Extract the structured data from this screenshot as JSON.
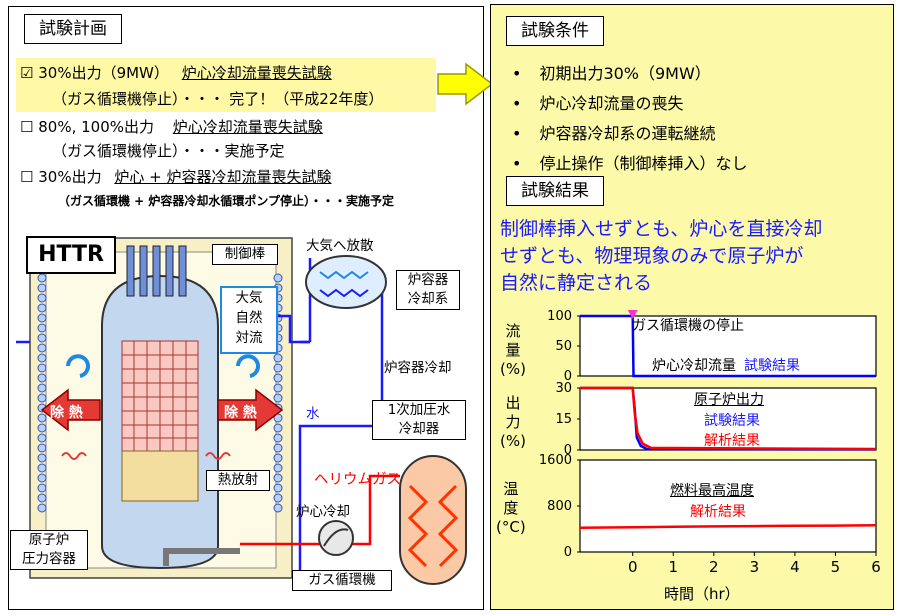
{
  "plan": {
    "title": "試験計画",
    "item1": {
      "check": "☑",
      "line1_a": "30%出力（9MW）",
      "line1_b": "炉心冷却流量喪失試験",
      "line2": "（ガス循環機停止）・・・ 完了！（平成22年度）"
    },
    "item2": {
      "check": "☐",
      "line1_a": "80%, 100%出力",
      "line1_b": "炉心冷却流量喪失試験",
      "line2": "（ガス循環機停止）・・・実施予定"
    },
    "item3": {
      "check": "☐",
      "line1_a": "30%出力",
      "line1_b": "炉心 + 炉容器冷却流量喪失試験",
      "line2": "（ガス循環機 + 炉容器冷却水循環ポンプ停止）・・・実施予定"
    }
  },
  "diagram": {
    "title": "HTTR",
    "control_rod": "制御棒",
    "atmosphere_release": "大気へ放散",
    "natural_convection": [
      "大気",
      "自然",
      "対流"
    ],
    "vessel_cooling_system": [
      "炉容器",
      "冷却系"
    ],
    "vessel_cooling": "炉容器冷却",
    "water": "水",
    "primary_cooler": [
      "1次加圧水",
      "冷却器"
    ],
    "heat_removal_left": "除 熱",
    "heat_removal_right": "除 熱",
    "heat_radiation": "熱放射",
    "helium_gas": "ヘリウムガス",
    "core_cooling": "炉心冷却",
    "pressure_vessel": [
      "原子炉",
      "圧力容器"
    ],
    "gas_circulator": "ガス循環機"
  },
  "conditions": {
    "title": "試験条件",
    "bullet": "•",
    "items": [
      "初期出力30%（9MW）",
      "炉心冷却流量の喪失",
      "炉容器冷却系の運転継続",
      "停止操作（制御棒挿入）なし"
    ]
  },
  "results": {
    "title": "試験結果",
    "text": [
      "制御棒挿入せずとも、炉心を直接冷却",
      "せずとも、物理現象のみで原子炉が",
      "自然に静定される"
    ]
  },
  "colors": {
    "accent_blue": "#1a1aff",
    "red": "#ff0000",
    "panel_yellow": "#fcf9a8",
    "arrow_yellow": "#ffff00"
  },
  "chart_data": [
    {
      "type": "line",
      "ylabel": [
        "流",
        "量",
        "(%)"
      ],
      "yticks": [
        "100",
        "50",
        "0"
      ],
      "ylim": [
        0,
        100
      ],
      "xlim": [
        -1.3,
        6
      ],
      "annotation": "ガス循環機の停止",
      "inner_label_a": "炉心冷却流量",
      "inner_label_b": "試験結果",
      "series": [
        {
          "name": "試験結果",
          "color": "#0000ff",
          "x": [
            -1.3,
            0,
            0.02,
            6
          ],
          "y": [
            100,
            100,
            0,
            0
          ]
        }
      ]
    },
    {
      "type": "line",
      "ylabel": [
        "出",
        "力",
        "(%)"
      ],
      "yticks": [
        "30",
        "15",
        "0"
      ],
      "ylim": [
        0,
        30
      ],
      "xlim": [
        -1.3,
        6
      ],
      "inner_title": "原子炉出力",
      "series": [
        {
          "name": "試験結果",
          "color": "#0000ff",
          "x": [
            -1.3,
            0,
            0.05,
            0.1,
            0.2,
            0.35,
            6
          ],
          "y": [
            30,
            30,
            20,
            6,
            2,
            0.5,
            0.3
          ]
        },
        {
          "name": "解析結果",
          "color": "#ff0000",
          "x": [
            -1.3,
            0,
            0.05,
            0.12,
            0.25,
            0.45,
            6
          ],
          "y": [
            30,
            30,
            18,
            8,
            3,
            1,
            0.5
          ]
        }
      ]
    },
    {
      "type": "line",
      "ylabel": [
        "温",
        "度",
        "(°C)"
      ],
      "yticks": [
        "1600",
        "800",
        "0"
      ],
      "ylim": [
        0,
        1600
      ],
      "xlim": [
        -1.3,
        6
      ],
      "xticks": [
        "0",
        "1",
        "2",
        "3",
        "4",
        "5",
        "6"
      ],
      "xlabel": "時間（hr）",
      "inner_title": "燃料最高温度",
      "series": [
        {
          "name": "解析結果",
          "color": "#ff0000",
          "x": [
            -1.3,
            0,
            1,
            2,
            3,
            4,
            5,
            6
          ],
          "y": [
            420,
            430,
            440,
            445,
            450,
            455,
            460,
            465
          ]
        }
      ]
    }
  ]
}
